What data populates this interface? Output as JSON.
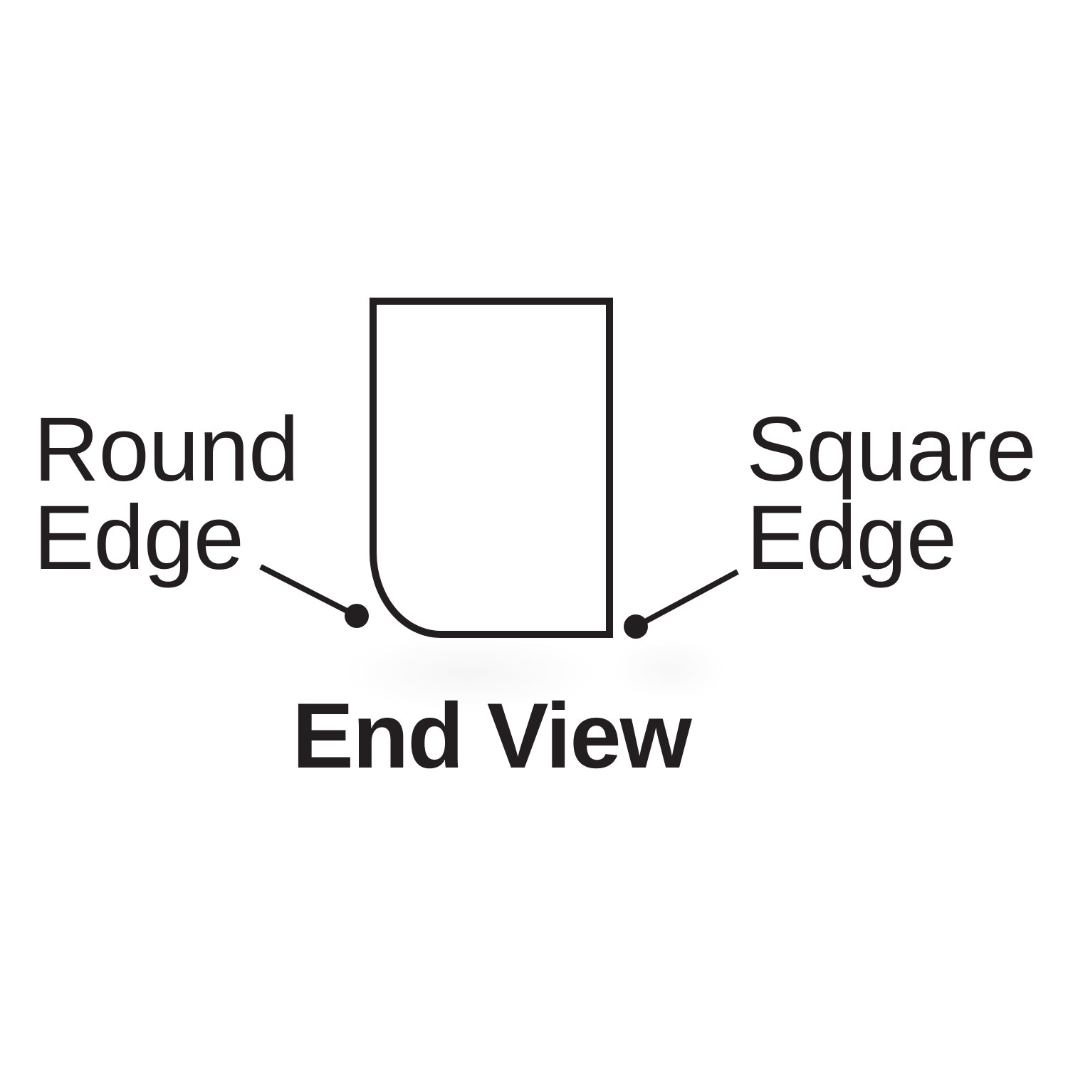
{
  "colors": {
    "ink": "#231f20",
    "background": "#ffffff"
  },
  "labels": {
    "round_edge": {
      "line1": "Round",
      "line2": "Edge"
    },
    "square_edge": {
      "line1": "Square",
      "line2": "Edge"
    }
  },
  "caption": {
    "text": "End View"
  },
  "diagram": {
    "type": "end-view-profile",
    "round_corner_position": "bottom-left",
    "square_corner_position": "bottom-right"
  }
}
